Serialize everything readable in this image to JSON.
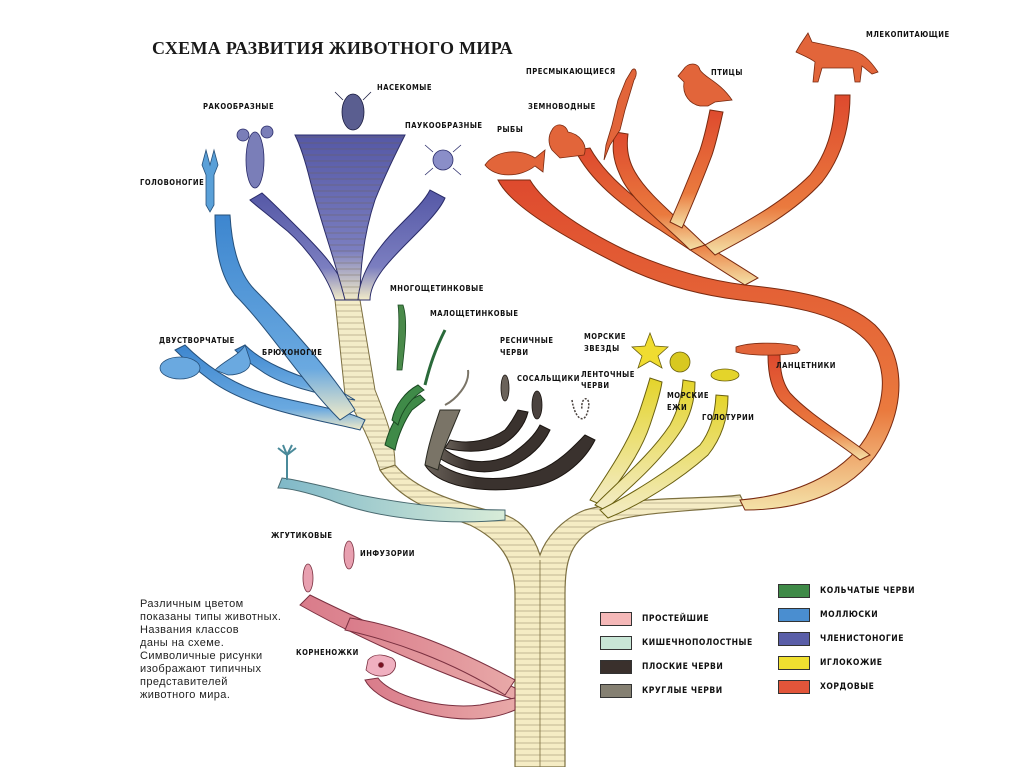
{
  "title": "СХЕМА РАЗВИТИЯ ЖИВОТНОГО МИРА",
  "colors": {
    "protozoa": "#e79aa6",
    "coelenterates": "#9fd3d6",
    "flatworms": "#3e3633",
    "roundworms": "#7a7467",
    "annelids": "#3f8a48",
    "mollusks": "#4a8ed0",
    "arthropods": "#5a5ea8",
    "echinoderms": "#e8d830",
    "chordates": "#e2553a",
    "trunk": "#f5ecc4"
  },
  "labels": {
    "mammals": "МЛЕКОПИТАЮЩИЕ",
    "reptiles": "ПРЕСМЫКАЮЩИЕСЯ",
    "birds": "ПТИЦЫ",
    "amphibians": "ЗЕМНОВОДНЫЕ",
    "fish": "РЫБЫ",
    "insects": "НАСЕКОМЫЕ",
    "crustaceans": "РАКООБРАЗНЫЕ",
    "arachnids": "ПАУКООБРАЗНЫЕ",
    "cephalopods": "ГОЛОВОНОГИЕ",
    "polychaetes": "МНОГОЩЕТИНКОВЫЕ",
    "oligochaetes": "МАЛОЩЕТИНКОВЫЕ",
    "bivalves": "ДВУСТВОРЧАТЫЕ",
    "gastropods": "БРЮХОНОГИЕ",
    "turbellaria_1": "РЕСНИЧНЫЕ",
    "turbellaria_2": "ЧЕРВИ",
    "flukes": "СОСАЛЬЩИКИ",
    "tapeworms_1": "ЛЕНТОЧНЫЕ",
    "tapeworms_2": "ЧЕРВИ",
    "starfish_1": "МОРСКИЕ",
    "starfish_2": "ЗВЕЗДЫ",
    "urchins_1": "МОРСКИЕ",
    "urchins_2": "ЕЖИ",
    "holothurians": "ГОЛОТУРИИ",
    "lancelets": "ЛАНЦЕТНИКИ",
    "flagellates": "ЖГУТИКОВЫЕ",
    "ciliates": "ИНФУЗОРИИ",
    "rhizopods": "КОРНЕНОЖКИ"
  },
  "note": [
    "Различным цветом",
    "показаны типы животных.",
    "Названия классов",
    "даны на схеме.",
    "Символичные рисунки",
    "изображают типичных",
    "представителей",
    "животного мира."
  ],
  "legend": {
    "left": [
      {
        "label": "ПРОСТЕЙШИЕ",
        "color": "#f5b8b8"
      },
      {
        "label": "КИШЕЧНОПОЛОСТНЫЕ",
        "color": "#c8e6d6"
      },
      {
        "label": "ПЛОСКИЕ ЧЕРВИ",
        "color": "#3a302c"
      },
      {
        "label": "КРУГЛЫЕ ЧЕРВИ",
        "color": "#858072"
      }
    ],
    "right": [
      {
        "label": "КОЛЬЧАТЫЕ ЧЕРВИ",
        "color": "#3f8a48"
      },
      {
        "label": "МОЛЛЮСКИ",
        "color": "#4a8ed0"
      },
      {
        "label": "ЧЛЕНИСТОНОГИЕ",
        "color": "#5a5ea8"
      },
      {
        "label": "ИГЛОКОЖИЕ",
        "color": "#f0e030"
      },
      {
        "label": "ХОРДОВЫЕ",
        "color": "#e2553a"
      }
    ]
  }
}
